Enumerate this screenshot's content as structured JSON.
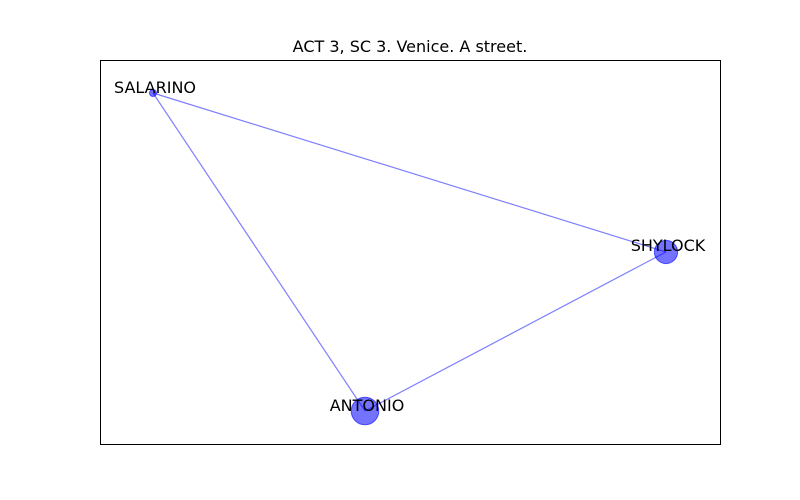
{
  "title": "ACT 3, SC 3. Venice. A street.",
  "colors": {
    "node": "#0000ff",
    "edge": "#0000ff",
    "frame": "#000000"
  },
  "graph": {
    "nodes": [
      {
        "id": "SALARINO",
        "label": "SALARINO",
        "weight": 1
      },
      {
        "id": "SHYLOCK",
        "label": "SHYLOCK",
        "weight": 3
      },
      {
        "id": "ANTONIO",
        "label": "ANTONIO",
        "weight": 4
      }
    ],
    "edges": [
      {
        "source": "SALARINO",
        "target": "SHYLOCK"
      },
      {
        "source": "SALARINO",
        "target": "ANTONIO"
      },
      {
        "source": "ANTONIO",
        "target": "SHYLOCK"
      }
    ]
  }
}
